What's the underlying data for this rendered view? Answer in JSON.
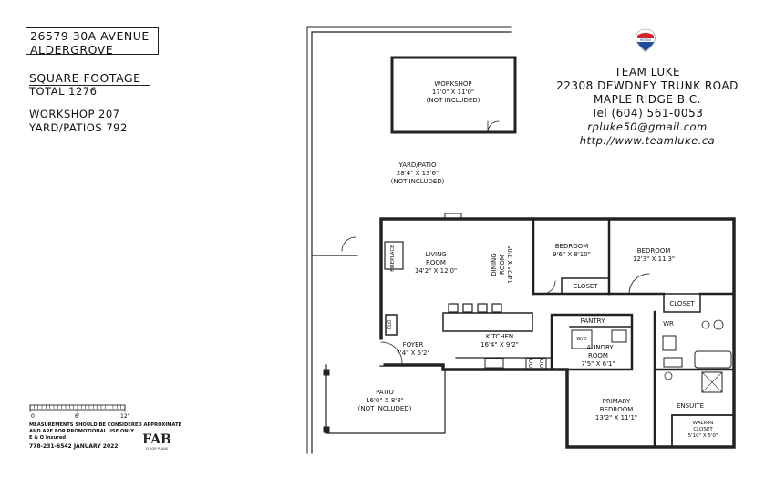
{
  "address": {
    "line1": "26579 30A AVENUE",
    "line2": "ALDERGROVE"
  },
  "square_footage": {
    "heading": "SQUARE FOOTAGE",
    "total": "TOTAL 1276",
    "workshop": "WORKSHOP 207",
    "yard_patios": "YARD/PATIOS 792"
  },
  "brand": {
    "logo_text": "RE/MAX",
    "colors": {
      "red": "#d6232a",
      "blue": "#1c4b9a"
    }
  },
  "contact": {
    "team": "TEAM LUKE",
    "street": "22308 DEWDNEY TRUNK ROAD",
    "city": "MAPLE RIDGE B.C.",
    "tel": "Tel (604) 561-0053",
    "email": "rpluke50@gmail.com",
    "url": "http://www.teamluke.ca"
  },
  "scale": {
    "ticks": [
      "0",
      "6'",
      "12'"
    ]
  },
  "legal": {
    "line1": "MEASUREMENTS SHOULD BE CONSIDERED APPROXIMATE",
    "line2": "AND ARE FOR PROMOTIONAL USE ONLY.",
    "line3": "E & O Insured",
    "footer": "778-231-6542   JANUARY 2022",
    "fab_logo": "FAB",
    "fab_sub": "FLOOR PLANS"
  },
  "rooms": {
    "workshop": {
      "name": "WORKSHOP",
      "dims": "17'0\" X 11'0\"",
      "note": "(NOT INCLUDED)"
    },
    "yard": {
      "name": "YARD/PATIO",
      "dims": "28'4\" X 13'6\"",
      "note": "(NOT INCLUDED)"
    },
    "living": {
      "name1": "LIVING",
      "name2": "ROOM",
      "dims": "14'2\" X 12'0\""
    },
    "fireplace": "FIREPLACE",
    "dining": {
      "name1": "DINING",
      "name2": "ROOM",
      "dims": "14'2\" X 7'0\""
    },
    "bedroom2": {
      "name": "BEDROOM",
      "dims": "9'6\" X 8'10\""
    },
    "closet2": "CLOSET",
    "bedroom3": {
      "name": "BEDROOM",
      "dims": "12'3\" X 11'3\""
    },
    "closet3": "CLOSET",
    "wr": "WR",
    "clo": "CLO",
    "foyer": {
      "name": "FOYER",
      "dims": "7'4\" X 5'2\""
    },
    "kitchen": {
      "name": "KITCHEN",
      "dims": "16'4\" X 9'2\""
    },
    "pantry": "PANTRY",
    "laundry": {
      "name1": "LAUNDRY",
      "name2": "ROOM",
      "dims": "7'5\" X 6'1\""
    },
    "wd": "W/D",
    "patio": {
      "name": "PATIO",
      "dims": "16'0\" X 8'8\"",
      "note": "(NOT INCLUDED)"
    },
    "primary": {
      "name1": "PRIMARY",
      "name2": "BEDROOM",
      "dims": "13'2\" X 11'1\""
    },
    "ensuite": "ENSUITE",
    "walkin": {
      "name1": "WALK-IN",
      "name2": "CLOSET",
      "dims": "5'10\" X 5'0\""
    }
  }
}
